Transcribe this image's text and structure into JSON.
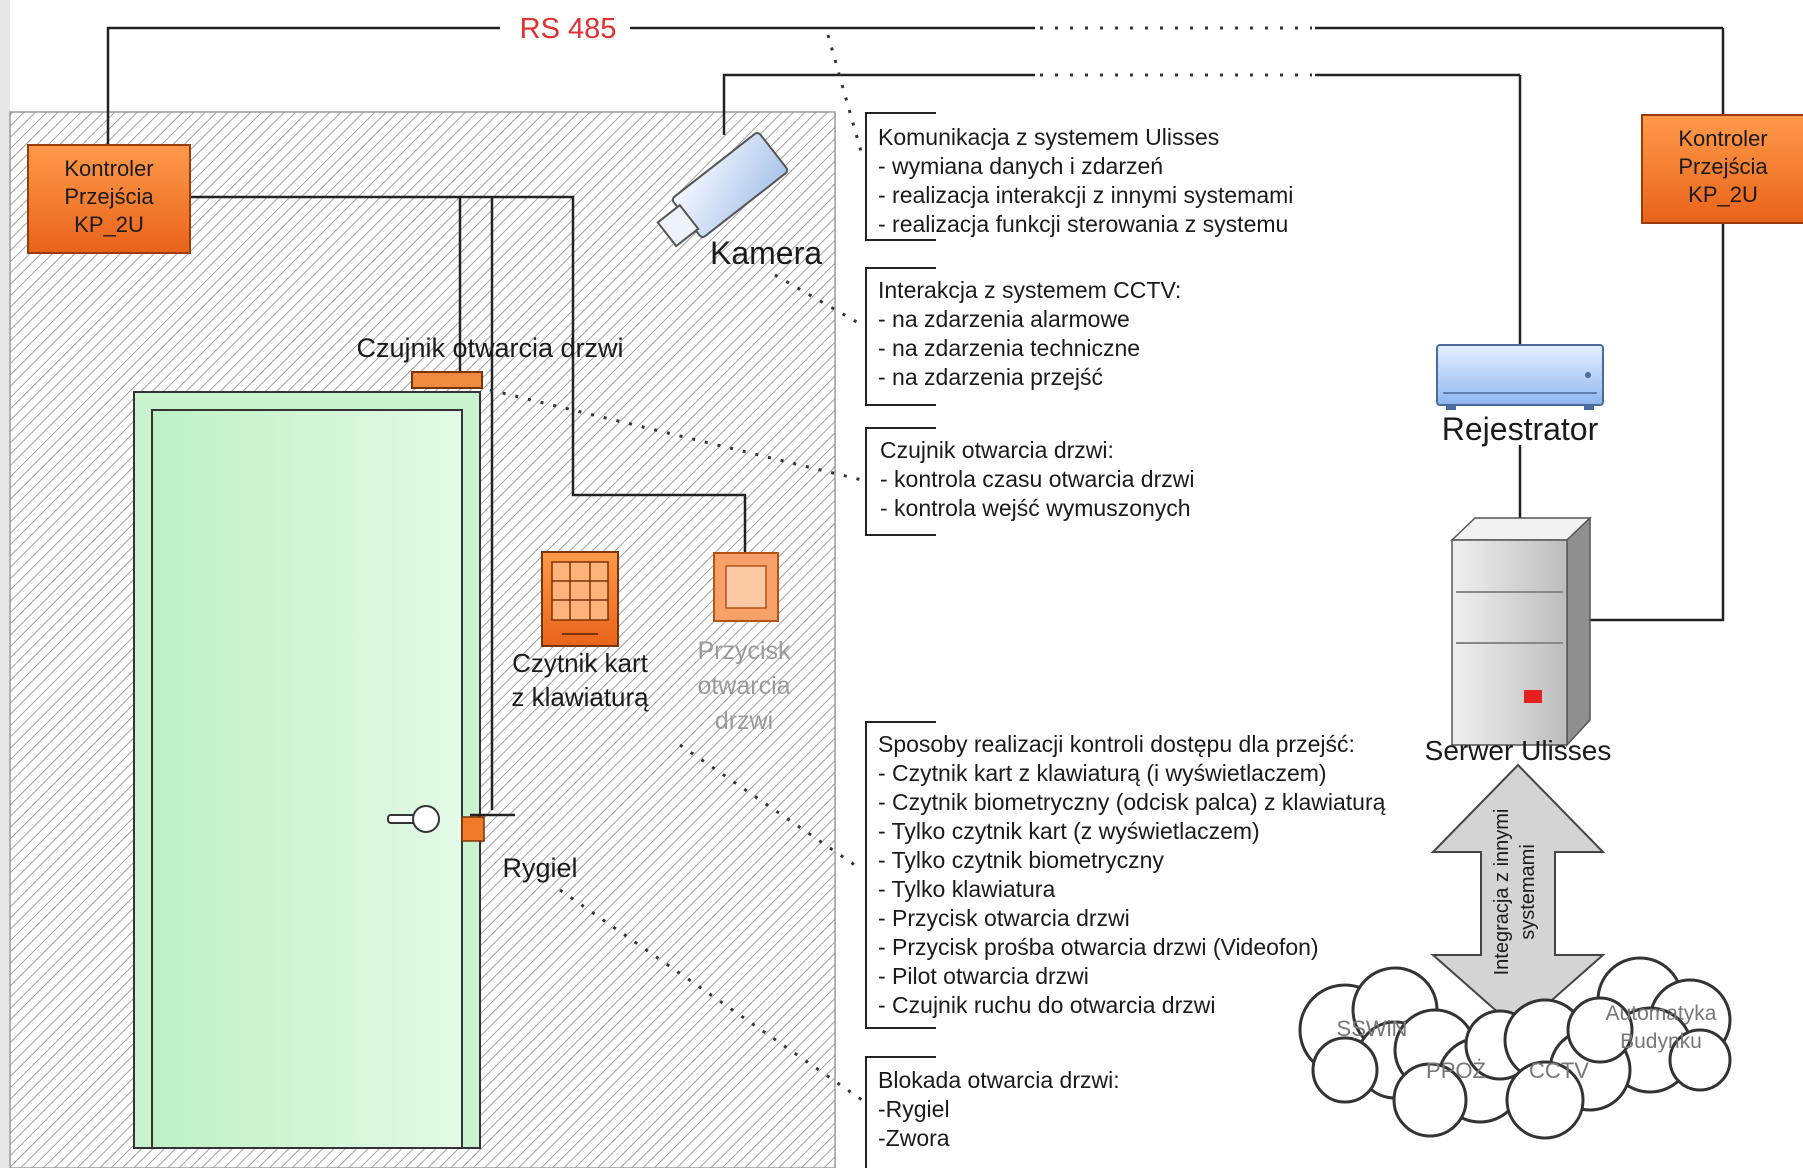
{
  "bus_label": "RS 485",
  "controller_left": {
    "lines": [
      "Kontroler",
      "Przejścia",
      "KP_2U"
    ]
  },
  "controller_right": {
    "lines": [
      "Kontroler",
      "Przejścia",
      "KP_2U"
    ]
  },
  "camera_label": "Kamera",
  "door_sensor_label": "Czujnik otwarcia drzwi",
  "card_reader_label": [
    "Czytnik kart",
    "z klawiaturą"
  ],
  "exit_button_label": [
    "Przycisk",
    "otwarcia",
    "drzwi"
  ],
  "bolt_label": "Rygiel",
  "recorder_label": "Rejestrator",
  "server_label": "Serwer Ulisses",
  "integration_label": [
    "Integracja z innymi",
    "systemami"
  ],
  "clouds": {
    "sswin": "SSWiN",
    "ppoz": "PPOŻ",
    "cctv": "CCTV",
    "automation": [
      "Automatyka",
      "Budynku"
    ]
  },
  "info_blocks": [
    {
      "id": "ulisses",
      "lines": [
        "Komunikacja z systemem Ulisses",
        "- wymiana danych i zdarzeń",
        "- realizacja interakcji z innymi systemami",
        "- realizacja funkcji sterowania z systemu"
      ]
    },
    {
      "id": "cctv",
      "lines": [
        "Interakcja z systemem CCTV:",
        "- na zdarzenia alarmowe",
        "- na zdarzenia techniczne",
        "- na zdarzenia przejść"
      ]
    },
    {
      "id": "door-sensor",
      "lines": [
        "Czujnik otwarcia drzwi:",
        "- kontrola czasu otwarcia drzwi",
        "- kontrola wejść wymuszonych"
      ]
    },
    {
      "id": "access-methods",
      "lines": [
        "Sposoby realizacji kontroli dostępu dla przejść:",
        "- Czytnik kart z klawiaturą (i wyświetlaczem)",
        "- Czytnik biometryczny (odcisk palca) z klawiaturą",
        "- Tylko czytnik kart (z wyświetlaczem)",
        "- Tylko czytnik biometryczny",
        "- Tylko klawiatura",
        "- Przycisk otwarcia drzwi",
        "- Przycisk prośba otwarcia drzwi (Videofon)",
        "- Pilot otwarcia drzwi",
        "- Czujnik ruchu do otwarcia drzwi"
      ]
    },
    {
      "id": "lock",
      "lines": [
        "Blokada otwarcia drzwi:",
        "-Rygiel",
        "-Zwora"
      ]
    }
  ],
  "colors": {
    "controller_fill": "#f57a2b",
    "bus_label": "#e03030",
    "door_fill": "#c9f3cf",
    "hatch": "#777777",
    "recorder_fill": "#b9d4fb",
    "server_fill": "#d6d6d6",
    "led": "#e52020"
  }
}
